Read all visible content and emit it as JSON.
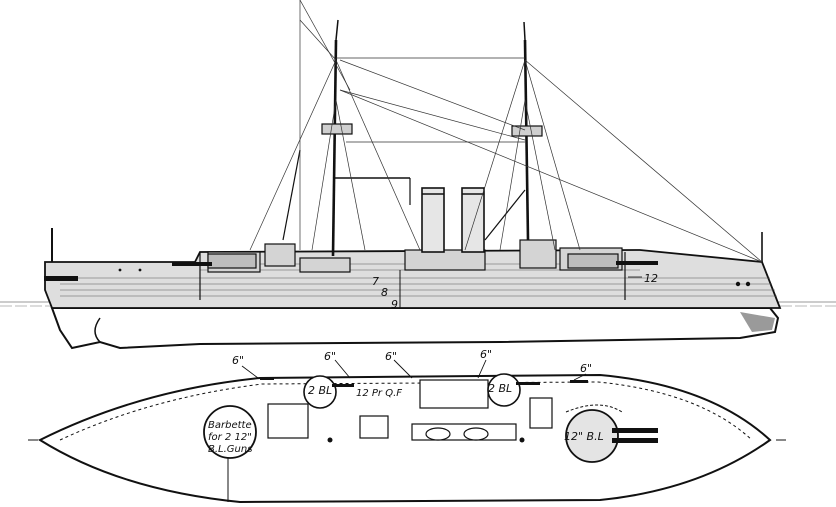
{
  "profile_labels": {
    "aft_gun_calibre": "12",
    "belt_upper": "7",
    "belt_middle": "8",
    "belt_lower": "9"
  },
  "plan_labels": {
    "secondary_aft_stbd": "6\"",
    "secondary_aft": "6\"",
    "secondary_mid": "6\"",
    "secondary_fwd": "6\"",
    "secondary_bow": "6\"",
    "qf_battery": "12 Pr Q.F",
    "casemate_aft": "2 BL",
    "casemate_fwd": "2 BL",
    "main_turret": "12\" B.L",
    "barbette_line1": "Barbette",
    "barbette_line2": "for 2 12\"",
    "barbette_line3": "B.L.Guns"
  },
  "colors": {
    "ink": "#111111",
    "paper": "#ffffff",
    "hull_shade": "#c8c8c8",
    "superstructure_shade": "#d8d8d8",
    "waterline": "#9a9a9a"
  }
}
